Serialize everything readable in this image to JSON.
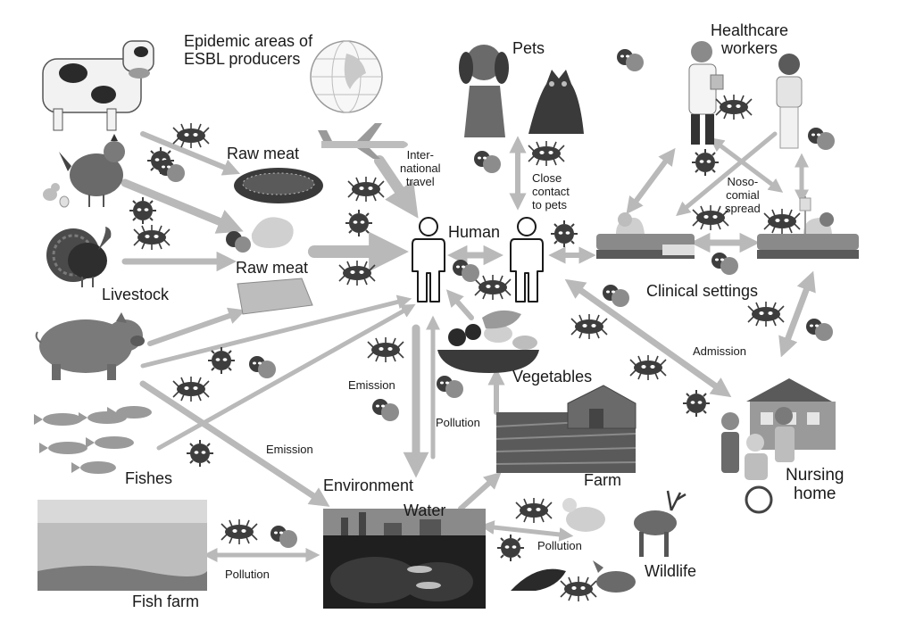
{
  "labels": {
    "epidemic_areas": "Epidemic areas of\nESBL producers",
    "raw_meat_top": "Raw meat",
    "raw_meat_mid": "Raw meat",
    "livestock": "Livestock",
    "fishes": "Fishes",
    "fish_farm": "Fish farm",
    "pets": "Pets",
    "healthcare_workers": "Healthcare\nworkers",
    "human": "Human",
    "international_travel": "Inter-\nnational\ntravel",
    "close_contact": "Close\ncontact\nto pets",
    "nosocomial": "Noso-\ncomial\nspread",
    "clinical_settings": "Clinical settings",
    "admission": "Admission",
    "vegetables": "Vegetables",
    "emission_center": "Emission",
    "emission_left": "Emission",
    "pollution_farm": "Pollution",
    "pollution_fishfarm": "Pollution",
    "pollution_wildlife": "Pollution",
    "environment": "Environment",
    "water": "Water",
    "farm": "Farm",
    "nursing_home": "Nursing\nhome",
    "wildlife": "Wildlife"
  },
  "colors": {
    "arrow": "#b9b9b9",
    "dark": "#3a3a3a",
    "mid": "#8a8a8a",
    "light": "#d6d6d6"
  }
}
